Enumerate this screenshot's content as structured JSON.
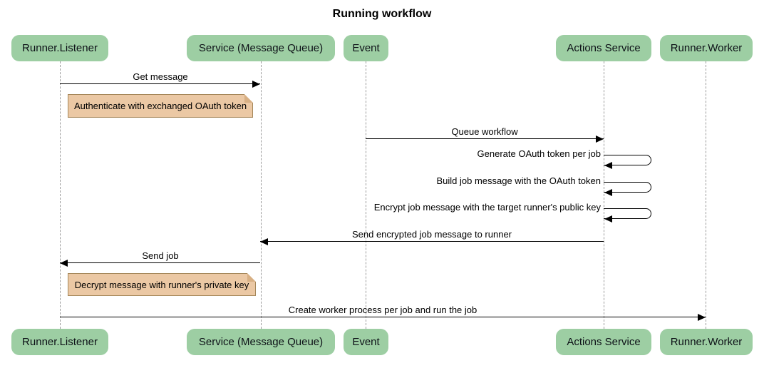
{
  "title": "Running workflow",
  "diagram_type": "sequence-diagram",
  "actors": [
    {
      "label": "Runner.Listener"
    },
    {
      "label": "Service (Message Queue)"
    },
    {
      "label": "Event"
    },
    {
      "label": "Actions Service"
    },
    {
      "label": "Runner.Worker"
    }
  ],
  "messages": [
    {
      "label": "Get message",
      "from": "Runner.Listener",
      "to": "Service (Message Queue)"
    },
    {
      "label": "Queue workflow",
      "from": "Event",
      "to": "Actions Service"
    },
    {
      "label": "Generate OAuth token per job",
      "from": "Actions Service",
      "to": "Actions Service"
    },
    {
      "label": "Build job message with the OAuth token",
      "from": "Actions Service",
      "to": "Actions Service"
    },
    {
      "label": "Encrypt job message with the target runner's public key",
      "from": "Actions Service",
      "to": "Actions Service"
    },
    {
      "label": "Send encrypted job message to runner",
      "from": "Actions Service",
      "to": "Service (Message Queue)"
    },
    {
      "label": "Send job",
      "from": "Service (Message Queue)",
      "to": "Runner.Listener"
    },
    {
      "label": "Create worker process per job and run the job",
      "from": "Runner.Listener",
      "to": "Runner.Worker"
    }
  ],
  "notes": [
    {
      "label": "Authenticate with exchanged OAuth token"
    },
    {
      "label": "Decrypt message with runner's private key"
    }
  ],
  "colors": {
    "actor_fill": "#9dcea3",
    "note_fill": "#ebc8a4",
    "note_border": "#a5875a",
    "lifeline": "#9a9a9a",
    "arrow": "#000000",
    "background": "#ffffff",
    "text": "#000000"
  }
}
